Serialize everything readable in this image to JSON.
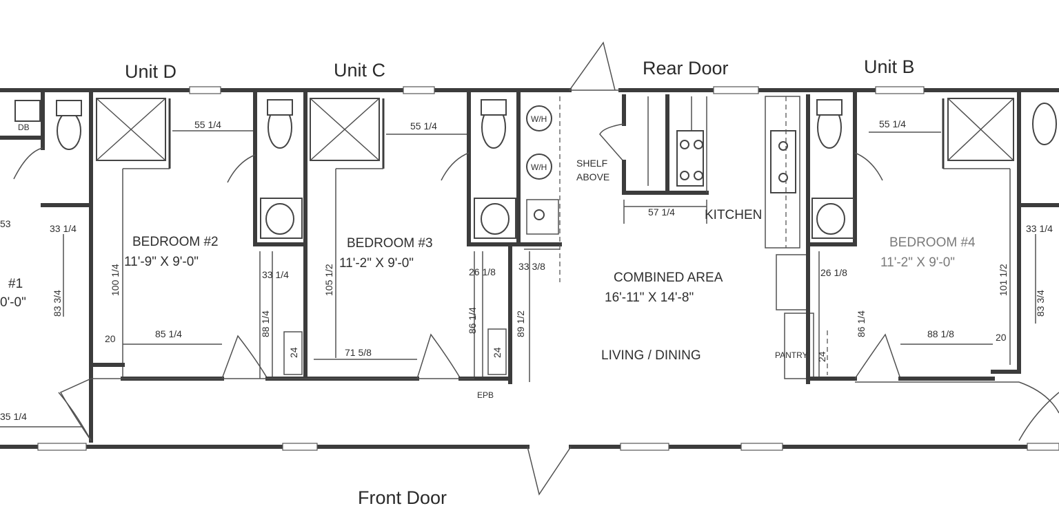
{
  "labels": {
    "unit_d": "Unit D",
    "unit_c": "Unit C",
    "rear_door": "Rear Door",
    "unit_b": "Unit B",
    "front_door": "Front Door"
  },
  "rooms": {
    "bedroom1_name": "#1",
    "bedroom1_size": "0'-0\"",
    "bedroom2_name": "BEDROOM #2",
    "bedroom2_size": "11'-9\" X 9'-0\"",
    "bedroom3_name": "BEDROOM #3",
    "bedroom3_size": "11'-2\" X 9'-0\"",
    "bedroom4_name": "BEDROOM #4",
    "bedroom4_size": "11'-2\" X 9'-0\"",
    "combined_name": "COMBINED AREA",
    "combined_size": "16'-11\" X 14'-8\"",
    "living": "LIVING / DINING",
    "kitchen": "KITCHEN",
    "pantry": "PANTRY",
    "shelf": "SHELF",
    "above": "ABOVE"
  },
  "notes": {
    "db": "DB",
    "wh": "W/H",
    "epb": "EPB"
  },
  "dims": {
    "d_55_a": "55 1/4",
    "d_55_b": "55 1/4",
    "d_55_c": "55 1/4",
    "d_33_a": "33 1/4",
    "d_33_b": "33 1/4",
    "d_33_c": "33 1/4",
    "d_33_38": "33 3/8",
    "d_26_a": "26 1/8",
    "d_26_b": "26 1/8",
    "d_100": "100 1/4",
    "d_105": "105 1/2",
    "d_101": "101 1/2",
    "d_83_a": "83 3/4",
    "d_83_b": "83 3/4",
    "d_88_a": "88 1/4",
    "d_85": "85 1/4",
    "d_86": "86 1/4",
    "d_89": "89 1/2",
    "d_86_b": "86 1/4",
    "d_88_b": "88 1/8",
    "d_71": "71 5/8",
    "d_57": "57 1/4",
    "d_20_a": "20",
    "d_20_b": "20",
    "d_24_a": "24",
    "d_24_b": "24",
    "d_24_c": "24",
    "d_53": "53",
    "d_35": "35 1/4"
  }
}
